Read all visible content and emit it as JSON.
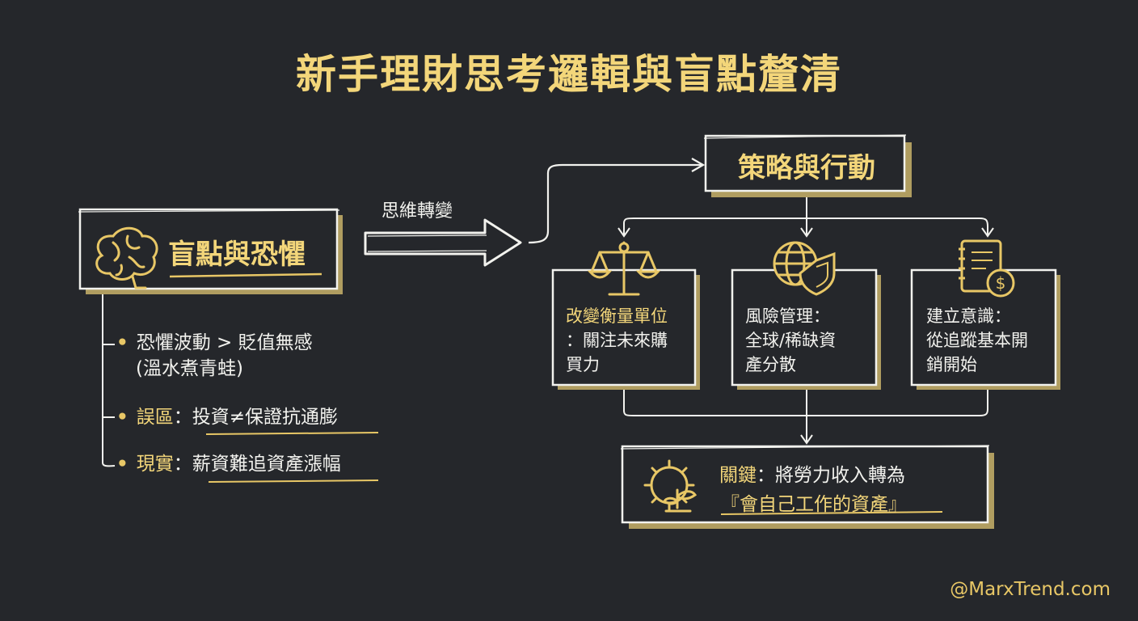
{
  "title": "新手理財思考邏輯與盲點釐清",
  "left": {
    "heading": "盲點與恐懼",
    "bullets": [
      {
        "line1": "恐懼波動 > 貶值無感",
        "line2": "(溫水煮青蛙)"
      },
      {
        "label": "誤區",
        "sep": "：",
        "text": "投資≠保證抗通膨"
      },
      {
        "label": "現實",
        "sep": "：",
        "text": "薪資難追資產漲幅"
      }
    ]
  },
  "arrow_label": "思維轉變",
  "strategy": {
    "heading": "策略與行動",
    "cards": [
      {
        "icon": "scale-icon",
        "line1": "改變衡量單位",
        "line2": "：關注未來購",
        "line3": "買力"
      },
      {
        "icon": "globe-shield-icon",
        "line1": "風險管理：",
        "line2": "全球/稀缺資",
        "line3": "產分散"
      },
      {
        "icon": "notebook-coin-icon",
        "line1": "建立意識：",
        "line2": "從追蹤基本開",
        "line3": "銷開始"
      }
    ]
  },
  "key": {
    "label": "關鍵",
    "sep": "：",
    "text": "將勞力收入轉為",
    "line2": "『會自己工作的資產』"
  },
  "watermark": "@MarxTrend.com",
  "colors": {
    "background": "#25272b",
    "accent": "#f3d67a",
    "text": "#f2f2ee"
  }
}
